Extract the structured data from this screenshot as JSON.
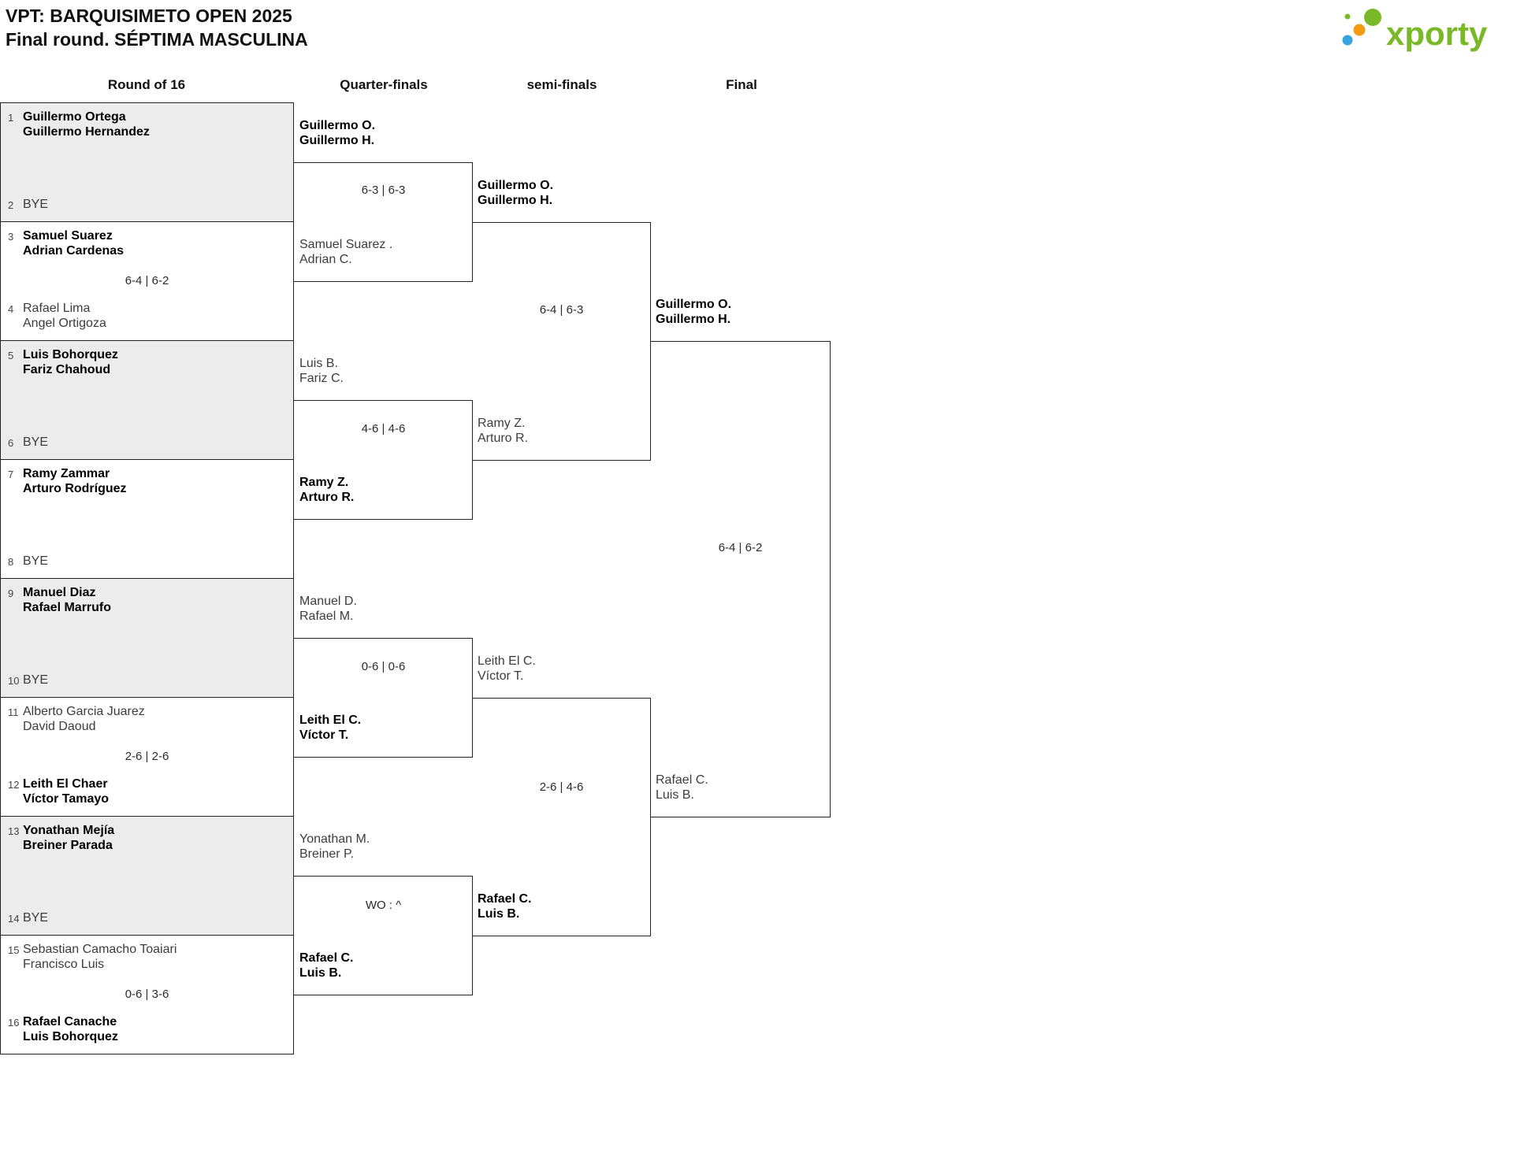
{
  "header": {
    "title_line1": "VPT: BARQUISIMETO OPEN 2025",
    "title_line2": "Final round. SÉPTIMA MASCULINA"
  },
  "logo": {
    "text": "xporty"
  },
  "colors": {
    "logo_green": "#79b928",
    "logo_orange": "#f39c12",
    "logo_blue": "#35a3dc"
  },
  "columns": {
    "r16": "Round of 16",
    "qf": "Quarter-finals",
    "sf": "semi-finals",
    "final": "Final"
  },
  "r16": {
    "boxes": [
      {
        "score": "",
        "top": {
          "seed": "1",
          "name1": "Guillermo Ortega",
          "name2": "Guillermo Hernandez"
        },
        "bottom": {
          "seed": "2",
          "name1": "BYE",
          "name2": ""
        }
      },
      {
        "score": "6-4 | 6-2",
        "top": {
          "seed": "3",
          "name1": "Samuel Suarez",
          "name2": "Adrian Cardenas"
        },
        "bottom": {
          "seed": "4",
          "name1": "Rafael Lima",
          "name2": "Angel Ortigoza"
        }
      },
      {
        "score": "",
        "top": {
          "seed": "5",
          "name1": "Luis Bohorquez",
          "name2": "Fariz Chahoud"
        },
        "bottom": {
          "seed": "6",
          "name1": "BYE",
          "name2": ""
        }
      },
      {
        "score": "",
        "top": {
          "seed": "7",
          "name1": "Ramy Zammar",
          "name2": "Arturo Rodríguez"
        },
        "bottom": {
          "seed": "8",
          "name1": "BYE",
          "name2": ""
        }
      },
      {
        "score": "",
        "top": {
          "seed": "9",
          "name1": "Manuel Diaz",
          "name2": "Rafael Marrufo"
        },
        "bottom": {
          "seed": "10",
          "name1": "BYE",
          "name2": ""
        }
      },
      {
        "score": "2-6 | 2-6",
        "top": {
          "seed": "11",
          "name1": "Alberto Garcia Juarez",
          "name2": "David Daoud"
        },
        "bottom": {
          "seed": "12",
          "name1": "Leith El Chaer",
          "name2": "Víctor Tamayo"
        }
      },
      {
        "score": "",
        "top": {
          "seed": "13",
          "name1": "Yonathan Mejía",
          "name2": "Breiner Parada"
        },
        "bottom": {
          "seed": "14",
          "name1": "BYE",
          "name2": ""
        }
      },
      {
        "score": "0-6 | 3-6",
        "top": {
          "seed": "15",
          "name1": "Sebastian Camacho Toaiari",
          "name2": "Francisco Luis"
        },
        "bottom": {
          "seed": "16",
          "name1": "Rafael Canache",
          "name2": "Luis Bohorquez"
        }
      }
    ]
  },
  "qf": [
    {
      "score": "6-3 | 6-3",
      "top": {
        "name1": "Guillermo O.",
        "name2": "Guillermo H."
      },
      "bottom": {
        "name1": "Samuel Suarez .",
        "name2": "Adrian C."
      }
    },
    {
      "score": "4-6 | 4-6",
      "top": {
        "name1": "Luis B.",
        "name2": "Fariz C."
      },
      "bottom": {
        "name1": "Ramy Z.",
        "name2": "Arturo R."
      }
    },
    {
      "score": "0-6 | 0-6",
      "top": {
        "name1": "Manuel D.",
        "name2": "Rafael M."
      },
      "bottom": {
        "name1": "Leith El C.",
        "name2": "Víctor T."
      }
    },
    {
      "score": "WO : ^",
      "top": {
        "name1": "Yonathan M.",
        "name2": "Breiner P."
      },
      "bottom": {
        "name1": "Rafael C.",
        "name2": "Luis B."
      }
    }
  ],
  "sf": [
    {
      "score": "6-4 | 6-3",
      "top": {
        "name1": "Guillermo O.",
        "name2": "Guillermo H."
      },
      "bottom": {
        "name1": "Ramy Z.",
        "name2": "Arturo R."
      }
    },
    {
      "score": "2-6 | 4-6",
      "top": {
        "name1": "Leith El C.",
        "name2": "Víctor T."
      },
      "bottom": {
        "name1": "Rafael C.",
        "name2": "Luis B."
      }
    }
  ],
  "final": {
    "score": "6-4 | 6-2",
    "top": {
      "name1": "Guillermo O.",
      "name2": "Guillermo H."
    },
    "bottom": {
      "name1": "Rafael C.",
      "name2": "Luis B."
    }
  }
}
